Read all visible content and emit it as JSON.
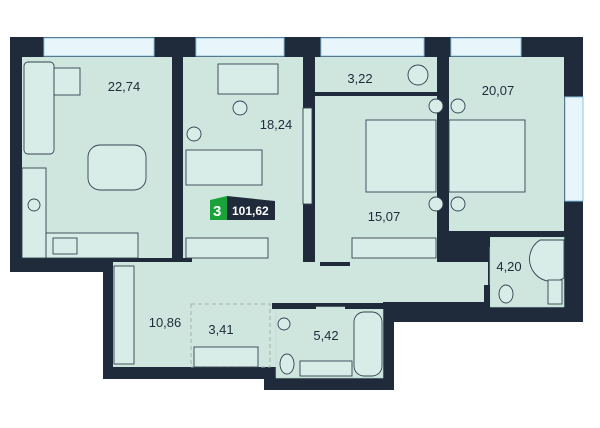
{
  "plan": {
    "rooms_count": "3",
    "total_area": "101,62",
    "rooms": [
      {
        "name": "kitchen-living",
        "area": "22,74"
      },
      {
        "name": "bedroom-office",
        "area": "18,24"
      },
      {
        "name": "closet",
        "area": "3,22"
      },
      {
        "name": "bedroom-left",
        "area": "15,07"
      },
      {
        "name": "bedroom-right",
        "area": "20,07"
      },
      {
        "name": "bathroom-small",
        "area": "4,20"
      },
      {
        "name": "hallway",
        "area": "10,86"
      },
      {
        "name": "wardrobe",
        "area": "3,41"
      },
      {
        "name": "bathroom-large",
        "area": "5,42"
      }
    ]
  },
  "colors": {
    "wall": "#1f2b3a",
    "floor": "#cfe6df",
    "window": "#8cc6e6",
    "badge_green": "#1aa33a",
    "badge_dark": "#1f2b3a"
  }
}
